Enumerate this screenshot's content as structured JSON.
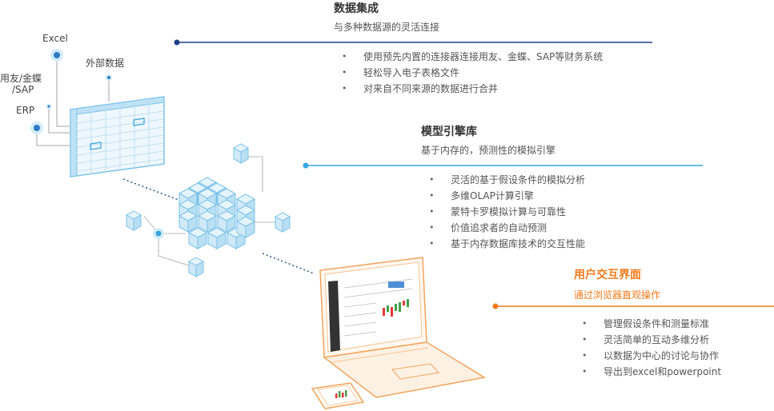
{
  "colors": {
    "dark_blue": "#1f3f86",
    "light_blue": "#39a6dc",
    "orange": "#f07a1a",
    "cube_fill": "#cfe9f7",
    "cube_stroke": "#7cc3e8"
  },
  "sources": {
    "excel": "Excel",
    "ufida_line1": "用友/金蝶",
    "ufida_line2": "/SAP",
    "erp": "ERP",
    "external": "外部数据"
  },
  "sections": [
    {
      "title": "数据集成",
      "subtitle": "与多种数据源的灵活连接",
      "bullets": [
        "使用预先内置的连接器连接用友、金蝶、SAP等财务系统",
        "轻松导入电子表格文件",
        "对来自不同来源的数据进行合并"
      ]
    },
    {
      "title": "模型引擎库",
      "subtitle": "基于内存的，预测性的模拟引擎",
      "bullets": [
        "灵活的基于假设条件的模拟分析",
        "多维OLAP计算引擎",
        "蒙特卡罗模拟计算与可靠性",
        "价值追求者的自动预测",
        "基于内存数据库技术的交互性能"
      ]
    },
    {
      "title": "用户交互界面",
      "subtitle": "通过浏览器直观操作",
      "bullets": [
        "管理假设条件和测量标准",
        "灵活简单的互动多维分析",
        "以数据为中心的讨论与协作",
        "导出到excel和powerpoint"
      ]
    }
  ]
}
